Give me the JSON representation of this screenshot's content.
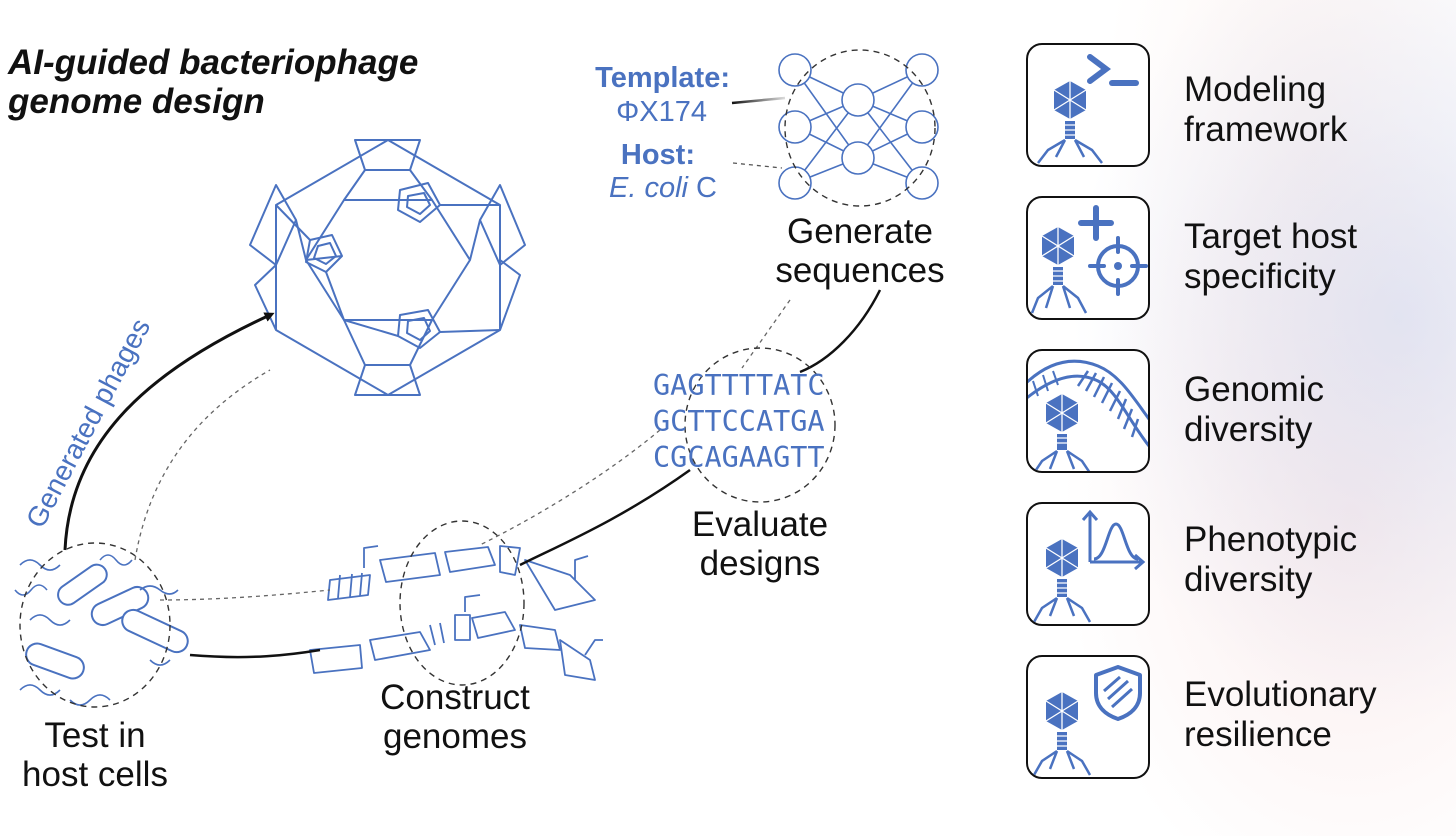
{
  "title": {
    "line1": "AI-guided bacteriophage",
    "line2": "genome design"
  },
  "inputs": {
    "template_label": "Template:",
    "template_value": "ΦX174",
    "host_label": "Host:",
    "host_value_italic": "E. coli",
    "host_value_rest": " C"
  },
  "steps": {
    "generate": [
      "Generate",
      "sequences"
    ],
    "evaluate": [
      "Evaluate",
      "designs"
    ],
    "construct": [
      "Construct",
      "genomes"
    ],
    "test": [
      "Test in",
      "host cells"
    ]
  },
  "arrow_label": "Generated phages",
  "sequences": [
    "GAGTTTTATC",
    "GCTTCCATGA",
    "CGCAGAAGTT"
  ],
  "features": [
    {
      "lines": [
        "Modeling",
        "framework"
      ],
      "icon": "terminal-icon"
    },
    {
      "lines": [
        "Target host",
        "specificity"
      ],
      "icon": "plus-target-icon"
    },
    {
      "lines": [
        "Genomic",
        "diversity"
      ],
      "icon": "dna-helix-icon"
    },
    {
      "lines": [
        "Phenotypic",
        "diversity"
      ],
      "icon": "distribution-plot-icon"
    },
    {
      "lines": [
        "Evolutionary",
        "resilience"
      ],
      "icon": "shield-icon"
    }
  ],
  "colors": {
    "accent_blue": "#4a72c0",
    "text": "#111111"
  }
}
